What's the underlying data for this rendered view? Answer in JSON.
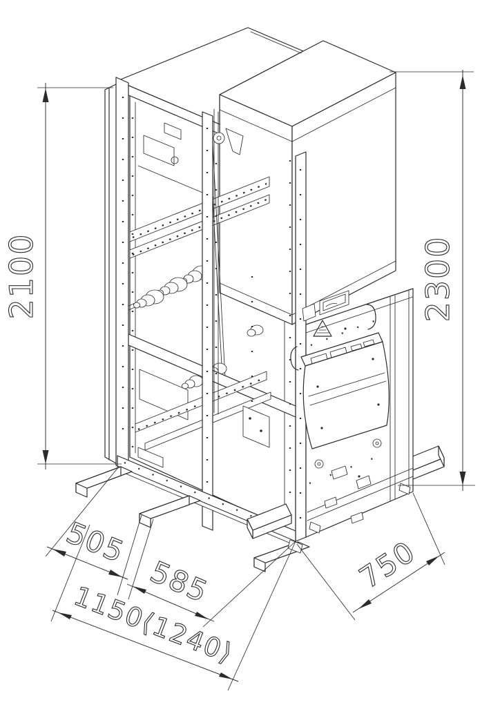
{
  "page": {
    "background": "#ffffff"
  },
  "drawing": {
    "subject": "isometric-switchgear-cabinet-frame-on-base-channels",
    "stroke_color": "#2b2b2b",
    "dimensions": {
      "frame_height": "2100",
      "total_height": "2300",
      "base_front_offset": "505",
      "base_rear_offset": "585",
      "depth_total": "1150⟨1240⟩",
      "width": "750"
    }
  }
}
